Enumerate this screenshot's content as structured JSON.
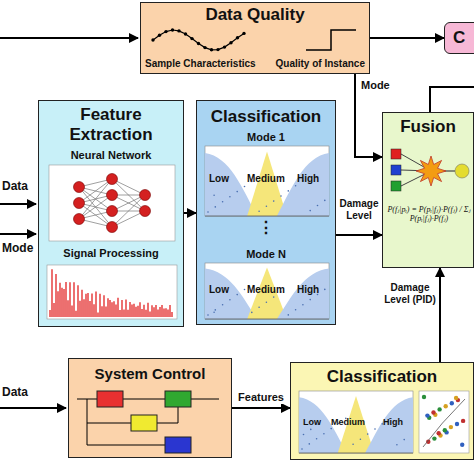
{
  "diagram": {
    "nodes": [
      {
        "text": [
          "Data Quality",
          "Sample Characteristics",
          "Quality of Instance"
        ]
      },
      {
        "text": [
          "C"
        ]
      },
      {
        "text": [
          "Feature Extraction",
          "Neural Network",
          "Signal Processing"
        ]
      },
      {
        "text": [
          "Classification",
          "Mode 1",
          "⋮",
          "Mode N"
        ]
      },
      {
        "text": [
          "Fusion"
        ]
      },
      {
        "text": [
          "System Control"
        ]
      },
      {
        "text": [
          "Classification"
        ]
      }
    ],
    "edges": [
      {
        "from": 0,
        "to": 1,
        "arrow": "to"
      },
      {
        "from": 0,
        "to": 4,
        "label": "Mode",
        "arrow": "to"
      },
      {
        "from": 2,
        "to": 3,
        "arrow": "to"
      },
      {
        "from": 3,
        "to": 4,
        "label": "Damage Level",
        "arrow": "to"
      },
      {
        "from": 5,
        "to": 6,
        "label": "Features",
        "arrow": "to"
      },
      {
        "from": 6,
        "to": 4,
        "label": "Damage Level (PID)",
        "arrow": "to"
      }
    ],
    "labels": [
      "Data",
      "Mode",
      "Low",
      "Medium",
      "High",
      "Low",
      "Medium",
      "High",
      "P(fⱼ|pᵢ) = P(pᵢ|fⱼ)·P(fⱼ) / Σⱼ P(pᵢ|fⱼ)·P(fⱼ)",
      "Data",
      "Low",
      "Medium",
      "High"
    ]
  }
}
